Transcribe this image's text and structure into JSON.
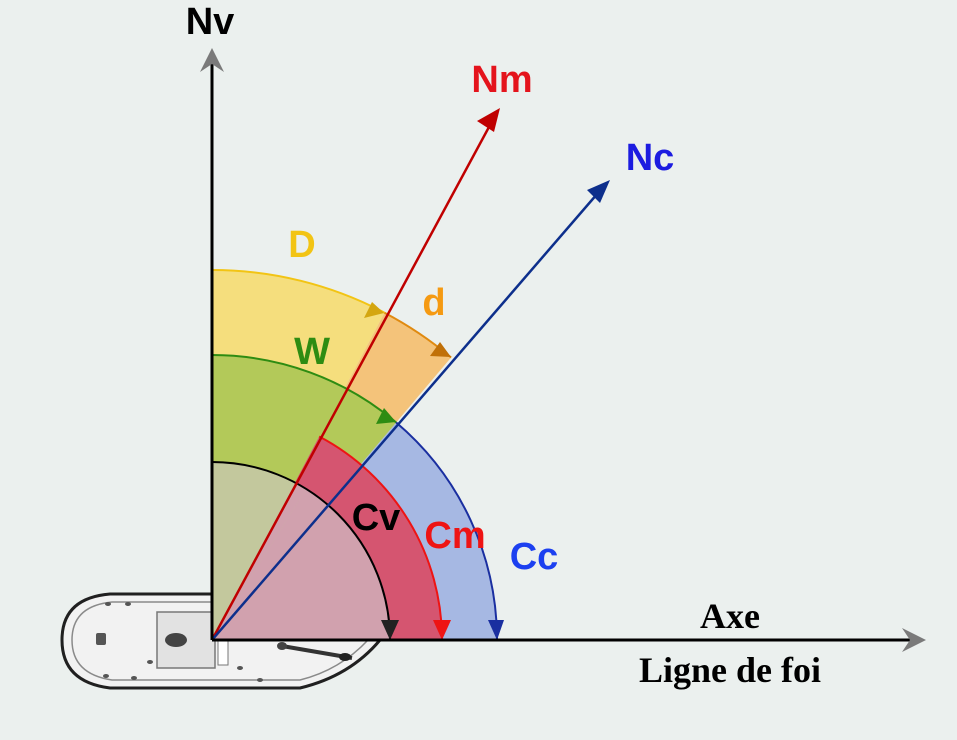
{
  "diagram": {
    "labels": {
      "nv": "Nv",
      "nm": "Nm",
      "nc": "Nc",
      "D": "D",
      "d": "d",
      "W": "W",
      "cv": "Cv",
      "cm": "Cm",
      "cc": "Cc",
      "axe": "Axe",
      "ligne": "Ligne de foi"
    },
    "colors": {
      "background": "#ebf0ee",
      "axes": "#000000",
      "nm_line": "#c00000",
      "nc_line": "#0d2f8c",
      "D_sector": "#f5de7d",
      "d_sector": "#f4c37a",
      "W_sector": "#b3c959",
      "cv_sector": "#c4c8a4",
      "cm_sector": "#d55570",
      "cc_sector": "#a6b8e3",
      "label_nm": "#e4141c",
      "label_nc": "#1c1ce0",
      "label_D": "#f2c414",
      "label_d": "#f59a12",
      "label_W": "#2e8c12",
      "label_cm": "#ee1414",
      "label_cc": "#1c40f0"
    },
    "icons": [
      "boat-icon"
    ]
  }
}
